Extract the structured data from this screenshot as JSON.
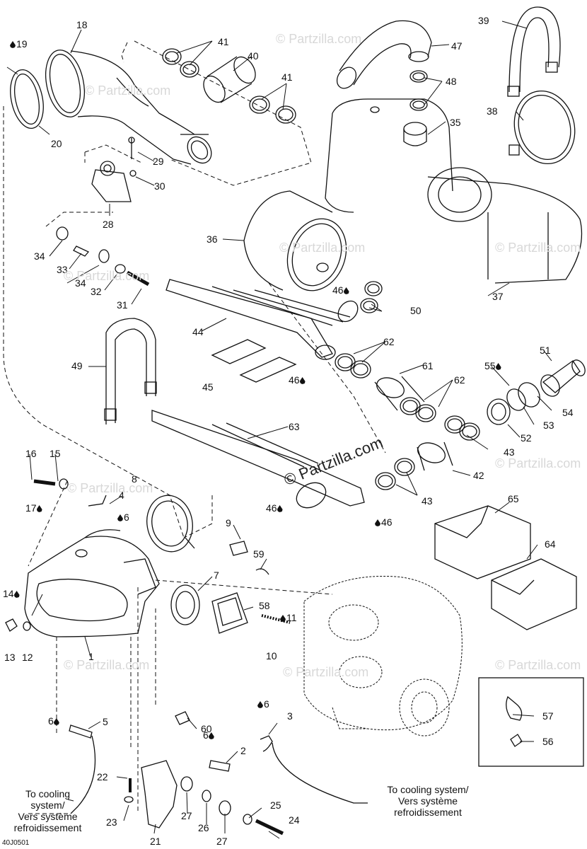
{
  "diagram": {
    "code": "40J0501",
    "watermark": "© Partzilla.com",
    "cooling_note_left": [
      "To cooling",
      "system/",
      "Vers système",
      "refroidissement"
    ],
    "cooling_note_right": [
      "To cooling system/",
      "Vers système",
      "refroidissement"
    ],
    "callouts": [
      {
        "id": "c18",
        "text": "18"
      },
      {
        "id": "c19",
        "text": "19",
        "drop": true
      },
      {
        "id": "c20",
        "text": "20"
      },
      {
        "id": "c41a",
        "text": "41"
      },
      {
        "id": "c40",
        "text": "40"
      },
      {
        "id": "c41b",
        "text": "41"
      },
      {
        "id": "c39",
        "text": "39"
      },
      {
        "id": "c47",
        "text": "47"
      },
      {
        "id": "c48",
        "text": "48"
      },
      {
        "id": "c35",
        "text": "35"
      },
      {
        "id": "c38",
        "text": "38"
      },
      {
        "id": "c29",
        "text": "29"
      },
      {
        "id": "c30",
        "text": "30"
      },
      {
        "id": "c28",
        "text": "28"
      },
      {
        "id": "c36",
        "text": "36"
      },
      {
        "id": "c37",
        "text": "37"
      },
      {
        "id": "c34a",
        "text": "34"
      },
      {
        "id": "c33",
        "text": "33"
      },
      {
        "id": "c34b",
        "text": "34"
      },
      {
        "id": "c32",
        "text": "32"
      },
      {
        "id": "c31",
        "text": "31"
      },
      {
        "id": "c46a",
        "text": "46",
        "drop": true
      },
      {
        "id": "c50",
        "text": "50"
      },
      {
        "id": "c44",
        "text": "44"
      },
      {
        "id": "c62a",
        "text": "62"
      },
      {
        "id": "c51",
        "text": "51"
      },
      {
        "id": "c55",
        "text": "55",
        "drop": true
      },
      {
        "id": "c49",
        "text": "49"
      },
      {
        "id": "c61",
        "text": "61"
      },
      {
        "id": "c45",
        "text": "45"
      },
      {
        "id": "c46b",
        "text": "46",
        "drop": true
      },
      {
        "id": "c62b",
        "text": "62"
      },
      {
        "id": "c54",
        "text": "54"
      },
      {
        "id": "c53",
        "text": "53"
      },
      {
        "id": "c52",
        "text": "52"
      },
      {
        "id": "c63",
        "text": "63"
      },
      {
        "id": "c43a",
        "text": "43"
      },
      {
        "id": "c42",
        "text": "42"
      },
      {
        "id": "c16",
        "text": "16"
      },
      {
        "id": "c15",
        "text": "15"
      },
      {
        "id": "c8",
        "text": "8"
      },
      {
        "id": "c43b",
        "text": "43"
      },
      {
        "id": "c46c",
        "text": "46",
        "drop": true
      },
      {
        "id": "c46d",
        "text": "46",
        "drop": true
      },
      {
        "id": "c65",
        "text": "65"
      },
      {
        "id": "c4",
        "text": "4"
      },
      {
        "id": "c17",
        "text": "17",
        "drop": true
      },
      {
        "id": "c6a",
        "text": "6",
        "drop": true
      },
      {
        "id": "c9",
        "text": "9"
      },
      {
        "id": "c64",
        "text": "64"
      },
      {
        "id": "c59",
        "text": "59"
      },
      {
        "id": "c7",
        "text": "7"
      },
      {
        "id": "c14",
        "text": "14",
        "drop": true
      },
      {
        "id": "c58",
        "text": "58"
      },
      {
        "id": "c11",
        "text": "11",
        "drop": true
      },
      {
        "id": "c13",
        "text": "13"
      },
      {
        "id": "c12",
        "text": "12"
      },
      {
        "id": "c10",
        "text": "10"
      },
      {
        "id": "c1",
        "text": "1"
      },
      {
        "id": "c5",
        "text": "5"
      },
      {
        "id": "c6b",
        "text": "6",
        "drop": true
      },
      {
        "id": "c6c",
        "text": "6",
        "drop": true
      },
      {
        "id": "c60",
        "text": "60"
      },
      {
        "id": "c3",
        "text": "3"
      },
      {
        "id": "c57",
        "text": "57"
      },
      {
        "id": "c6d",
        "text": "6",
        "drop": true
      },
      {
        "id": "c2",
        "text": "2"
      },
      {
        "id": "c56",
        "text": "56"
      },
      {
        "id": "c22",
        "text": "22"
      },
      {
        "id": "c25",
        "text": "25"
      },
      {
        "id": "c23",
        "text": "23"
      },
      {
        "id": "c21",
        "text": "21"
      },
      {
        "id": "c27a",
        "text": "27"
      },
      {
        "id": "c26",
        "text": "26"
      },
      {
        "id": "c27b",
        "text": "27"
      },
      {
        "id": "c24",
        "text": "24"
      }
    ]
  }
}
